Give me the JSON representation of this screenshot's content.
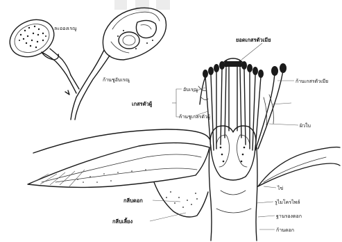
{
  "labels": {
    "top_left": "ละอองเรณู",
    "stalk": "ก้านชูอับเรณู",
    "stamen": "เกสรตัวผู้",
    "anther_sac": "อับเรณู",
    "filament": "ก้านชูเกสรตัวผู้",
    "top_right": "ยอดเกสรตัวเมีย",
    "style": "ก้านเกสรตัวเมีย",
    "tissue": "ผิวใบ",
    "petal": "กลีบดอก",
    "sepal": "กลีบเลี้ยง",
    "ovule": "ไข่",
    "ovary_hole": "รูไมโครไพล์",
    "receptacle": "ฐานรองดอก",
    "placenta": "ก้านดอก"
  }
}
